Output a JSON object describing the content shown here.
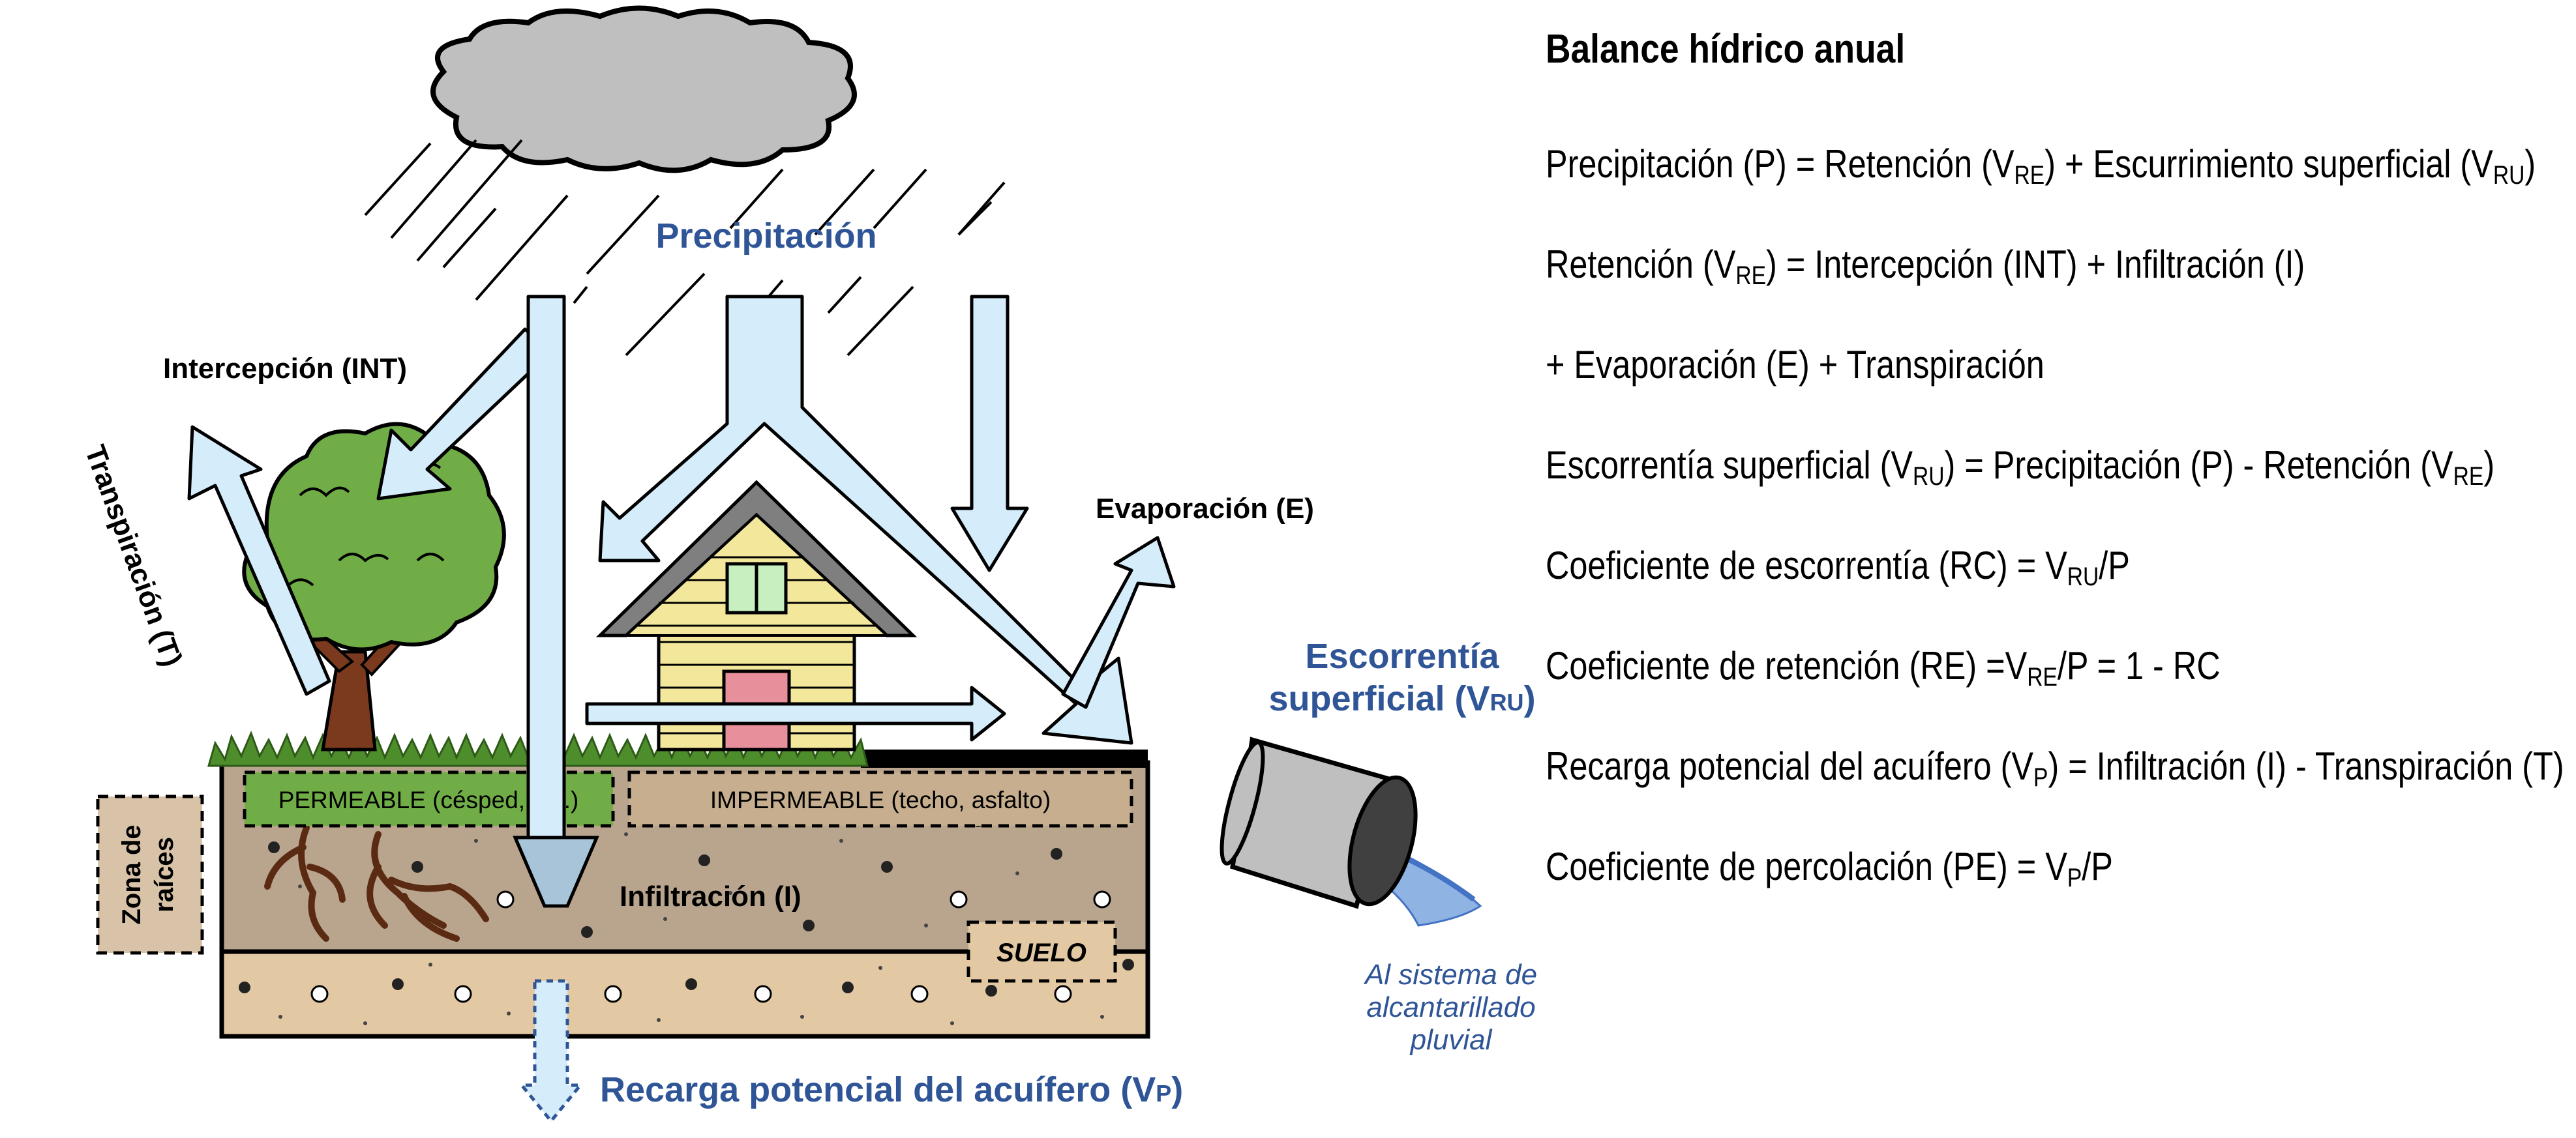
{
  "diagram": {
    "precipitation_label": "Precipitación",
    "interception_label": "Intercepción (INT)",
    "transpiration_label": "Transpiración (T)",
    "evaporation_label": "Evaporación (E)",
    "runoff_label_line1": "Escorrentía",
    "runoff_label_line2": "superficial (V",
    "runoff_label_sub": "RU",
    "runoff_label_end": ")",
    "permeable_label": "PERMEABLE (césped, etc.)",
    "impermeable_label": "IMPERMEABLE (techo, asfalto)",
    "infiltration_label": "Infiltración (I)",
    "root_zone_line1": "Zona de",
    "root_zone_line2": "raíces",
    "soil_label": "SUELO",
    "recharge_label": "Recarga potencial del acuífero (V",
    "recharge_sub": "P",
    "recharge_end": ")",
    "drain_line1": "Al sistema de",
    "drain_line2": "alcantarillado",
    "drain_line3": "pluvial",
    "colors": {
      "arrow_fill": "#d5ecfb",
      "label_blue": "#2f5597",
      "grass": "#70ad47",
      "soil_top": "#b9a58e",
      "soil_bottom": "#e3c9a3",
      "cloud": "#bfbfbf",
      "house_wall": "#f3e79b",
      "door": "#e88f9c"
    }
  },
  "equations": {
    "title": "Balance hídrico anual",
    "eq1": {
      "a": "Precipitación (P) = Retención (V",
      "s1": "RE",
      "b": ") + Escurrimiento superficial (V",
      "s2": "RU",
      "c": ")"
    },
    "eq2": {
      "a": "Retención (V",
      "s1": "RE",
      "b": ") = Intercepción (INT) + Infiltración (I)"
    },
    "eq3": {
      "a": "+ Evaporación (E) + Transpiración"
    },
    "eq4": {
      "a": "Escorrentía superficial (V",
      "s1": "RU",
      "b": ") = Precipitación (P) - Retención (V",
      "s2": "RE",
      "c": ")"
    },
    "eq5": {
      "a": "Coeficiente de escorrentía (RC) = V",
      "s1": "RU",
      "b": "/P"
    },
    "eq6": {
      "a": "Coeficiente de retención (RE) =V",
      "s1": "RE",
      "b": "/P = 1 - RC"
    },
    "eq7": {
      "a": "Recarga potencial del acuífero (V",
      "s1": "P",
      "b": ") = Infiltración (I) - Transpiración (T)"
    },
    "eq8": {
      "a": "Coeficiente de percolación (PE) = V",
      "s1": "P",
      "b": "/P"
    }
  }
}
